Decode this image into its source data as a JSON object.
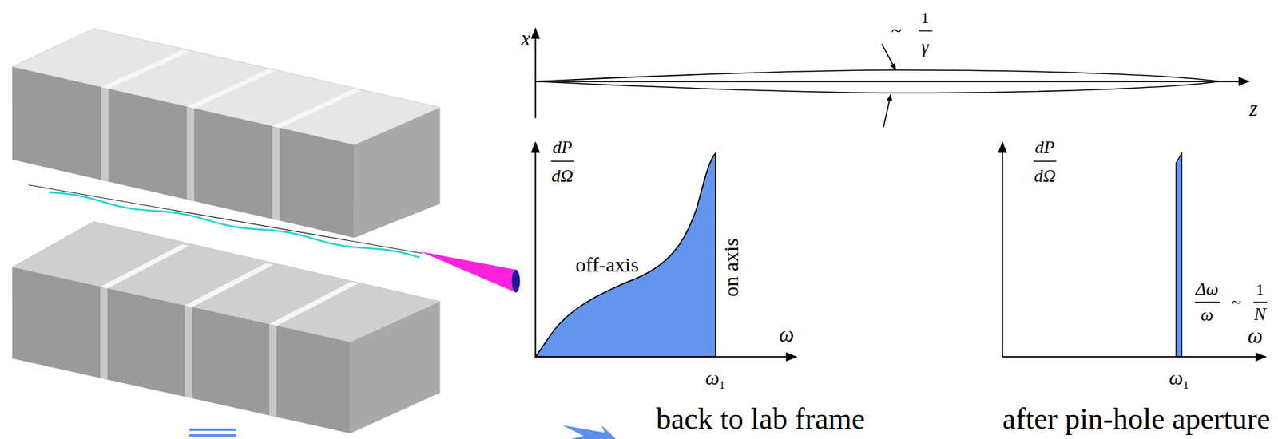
{
  "diagram": {
    "labels": [
      "x",
      "~",
      "1",
      "γ",
      "z",
      "dP",
      "dΩ",
      "off-axis",
      "on axis",
      "ω",
      "ω",
      "1",
      "dP",
      "dΩ",
      "Δω",
      "ω",
      "~",
      "1",
      "N",
      "ω",
      "ω",
      "1",
      "back to lab frame",
      "after pin-hole aperture"
    ]
  }
}
